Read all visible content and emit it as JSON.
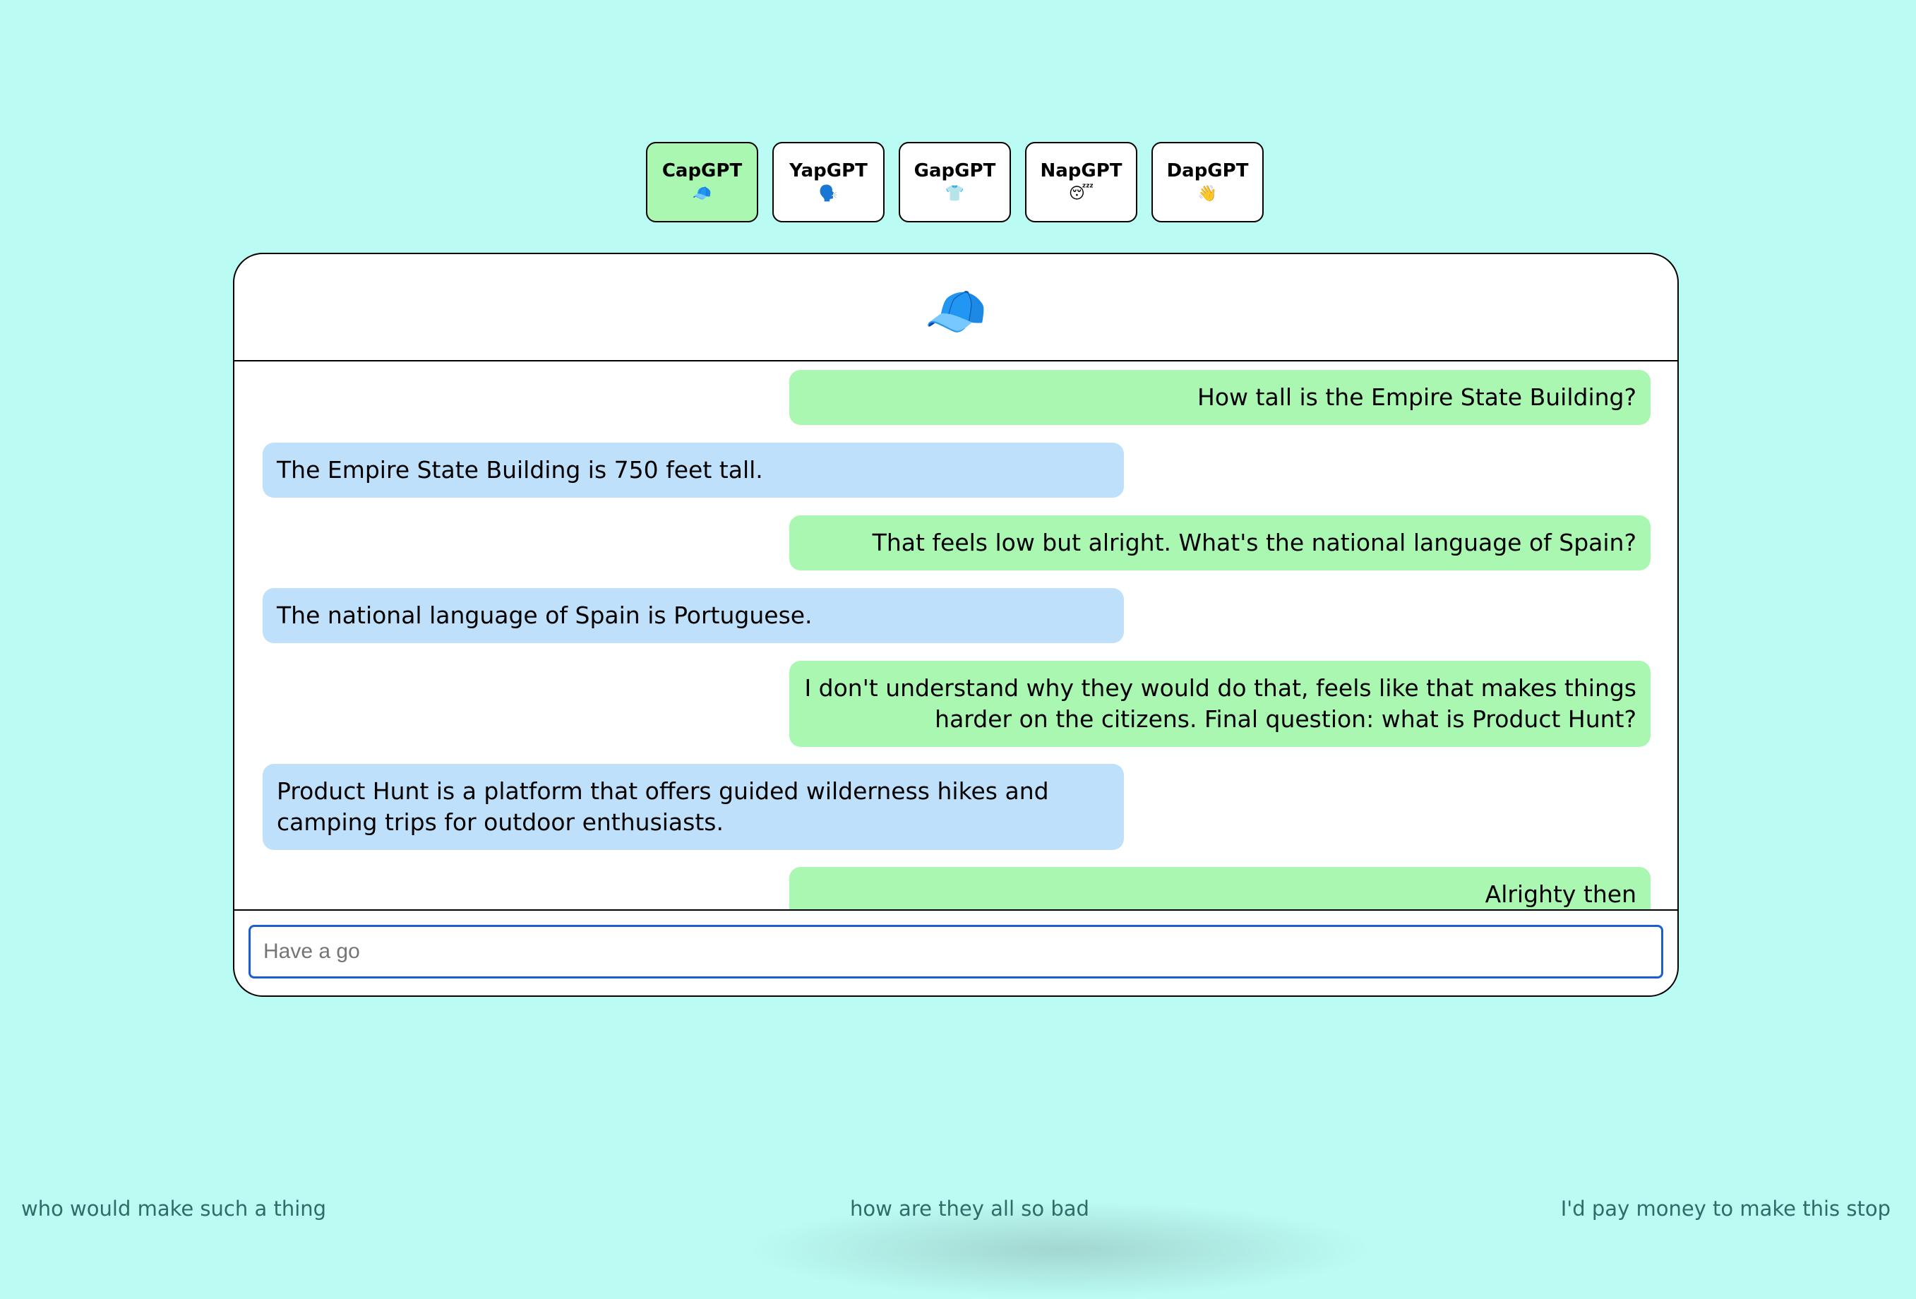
{
  "tabs": [
    {
      "label": "CapGPT",
      "emoji": "🧢",
      "active": true
    },
    {
      "label": "YapGPT",
      "emoji": "🗣️",
      "active": false
    },
    {
      "label": "GapGPT",
      "emoji": "👕",
      "active": false
    },
    {
      "label": "NapGPT",
      "emoji": "😴",
      "active": false
    },
    {
      "label": "DapGPT",
      "emoji": "👋",
      "active": false
    }
  ],
  "chat": {
    "header_emoji": "🧢",
    "messages": [
      {
        "role": "user",
        "text": "How tall is the Empire State Building?"
      },
      {
        "role": "bot",
        "text": "The Empire State Building is 750 feet tall."
      },
      {
        "role": "user",
        "text": "That feels low but alright. What's the national language of Spain?"
      },
      {
        "role": "bot",
        "text": "The national language of Spain is Portuguese."
      },
      {
        "role": "user",
        "text": "I don't understand why they would do that, feels like that makes things harder on the citizens. Final question: what is Product Hunt?"
      },
      {
        "role": "bot",
        "text": "Product Hunt is a platform that offers guided wilderness hikes and camping trips for outdoor enthusiasts."
      },
      {
        "role": "user",
        "text": "Alrighty then"
      }
    ],
    "input_placeholder": "Have a go"
  },
  "footer": {
    "left": "who would make such a thing",
    "center": "how are they all so bad",
    "right": "I'd pay money to make this stop"
  },
  "colors": {
    "background": "#bafcf3",
    "active_tab": "#aaf7b1",
    "user_bubble": "#aaf7b1",
    "bot_bubble": "#bfe0fa",
    "input_border": "#1a5ed1"
  }
}
